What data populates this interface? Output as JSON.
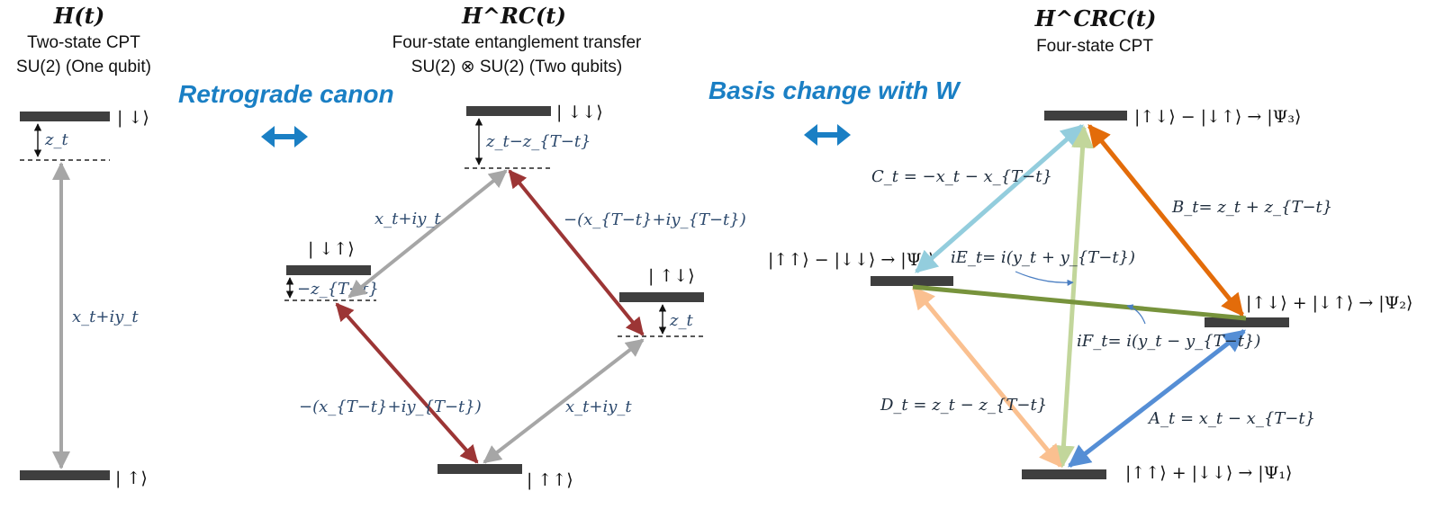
{
  "panel1": {
    "title": "H(t)",
    "line1": "Two-state CPT",
    "line2": "SU(2) (One qubit)",
    "ket_top": "| ↓⟩",
    "ket_bottom": "| ↑⟩",
    "gap_label": "z_t",
    "coupling": "x_t+iy_t"
  },
  "mid_arrow_left": {
    "text": "Retrograde  canon",
    "icon": "double-arrow-icon"
  },
  "panel2": {
    "title": "H^RC(t)",
    "line1": "Four-state entanglement transfer",
    "line2": "SU(2) ⊗ SU(2) (Two qubits)",
    "ket_top": "| ↓↓⟩",
    "ket_left": "| ↓↑⟩",
    "ket_right": "| ↑↓⟩",
    "ket_bottom": "| ↑↑⟩",
    "gap_top": "z_t−z_{T−t}",
    "gap_left": "−z_{T−t}",
    "gap_right": "z_t",
    "edge_top_left": "x_t+iy_t",
    "edge_top_right": "−(x_{T−t}+iy_{T−t})",
    "edge_bottom_left": "−(x_{T−t}+iy_{T−t})",
    "edge_bottom_right": "x_t+iy_t"
  },
  "mid_arrow_right": {
    "text": "Basis change with W",
    "icon": "double-arrow-icon"
  },
  "panel3": {
    "title": "H^CRC(t)",
    "line1": "Four-state CPT",
    "state3": "|↑↓⟩ − |↓↑⟩ → |Ψ₃⟩",
    "state4": "|↑↑⟩ − |↓↓⟩ → |Ψ₄⟩",
    "state2": "|↑↓⟩ + |↓↑⟩ → |Ψ₂⟩",
    "state1": "|↑↑⟩ + |↓↓⟩ → |Ψ₁⟩",
    "C": "C_t = −x_t − x_{T−t}",
    "B": "B_t= z_t + z_{T−t}",
    "E": "iE_t= i(y_t + y_{T−t})",
    "F": "iF_t= i(y_t − y_{T−t})",
    "D": "D_t = z_t − z_{T−t}",
    "A": "A_t = x_t − x_{T−t}"
  },
  "colors": {
    "gray": "#a6a6a6",
    "darkred": "#9c3535",
    "lightblue": "#93cddd",
    "orange": "#e36c0a",
    "lightgreen": "#c2d69b",
    "olive": "#77933c",
    "peach": "#fac090",
    "blue": "#558ed5",
    "accent": "#1a7fc4"
  }
}
